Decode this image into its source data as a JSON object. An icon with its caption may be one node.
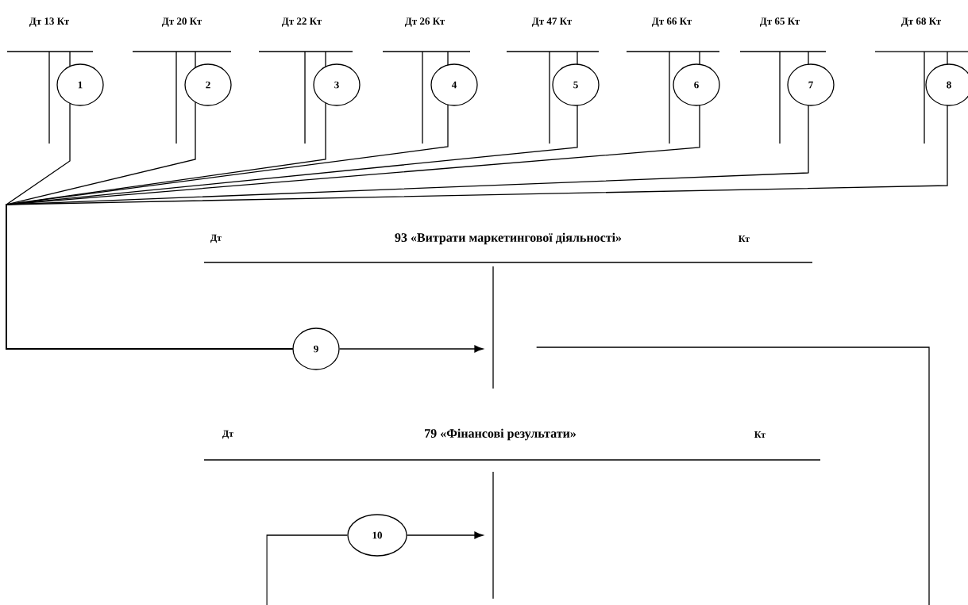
{
  "diagram": {
    "nodes": [
      {
        "text": [
          "Дт 13 Кт"
        ]
      },
      {
        "text": [
          "Дт 20 Кт"
        ]
      },
      {
        "text": [
          "Дт 22 Кт"
        ]
      },
      {
        "text": [
          "Дт 26 Кт"
        ]
      },
      {
        "text": [
          "Дт 47 Кт"
        ]
      },
      {
        "text": [
          "Дт 66 Кт"
        ]
      },
      {
        "text": [
          "Дт 65 Кт"
        ]
      },
      {
        "text": [
          "Дт 68 Кт"
        ]
      },
      {
        "text": [
          "1"
        ]
      },
      {
        "text": [
          "2"
        ]
      },
      {
        "text": [
          "3"
        ]
      },
      {
        "text": [
          "4"
        ]
      },
      {
        "text": [
          "5"
        ]
      },
      {
        "text": [
          "6"
        ]
      },
      {
        "text": [
          "7"
        ]
      },
      {
        "text": [
          "8"
        ]
      },
      {
        "text": [
          "Дт",
          "93 «Витрати маркетингової діяльності»",
          "Кт"
        ]
      },
      {
        "text": [],
        "shape": "bar"
      },
      {
        "text": [
          "9"
        ]
      },
      {
        "text": [
          "Дт",
          "79 «Фінансові результати»",
          "Кт"
        ]
      },
      {
        "text": [],
        "shape": "bar"
      },
      {
        "text": [
          "10"
        ]
      }
    ],
    "edges": [
      {
        "from": 8,
        "to": 18,
        "arrow": "none"
      },
      {
        "from": 9,
        "to": 18,
        "arrow": "none"
      },
      {
        "from": 10,
        "to": 18,
        "arrow": "none"
      },
      {
        "from": 11,
        "to": 18,
        "arrow": "none"
      },
      {
        "from": 12,
        "to": 18,
        "arrow": "none"
      },
      {
        "from": 13,
        "to": 18,
        "arrow": "none"
      },
      {
        "from": 14,
        "to": 18,
        "arrow": "none"
      },
      {
        "from": 15,
        "to": 18,
        "arrow": "none"
      },
      {
        "from": 18,
        "to": 17,
        "arrow": "to"
      },
      {
        "from": 17,
        "to": null,
        "arrow": "none"
      },
      {
        "from": null,
        "to": 21,
        "arrow": "none"
      },
      {
        "from": 21,
        "to": 20,
        "arrow": "to"
      }
    ]
  }
}
